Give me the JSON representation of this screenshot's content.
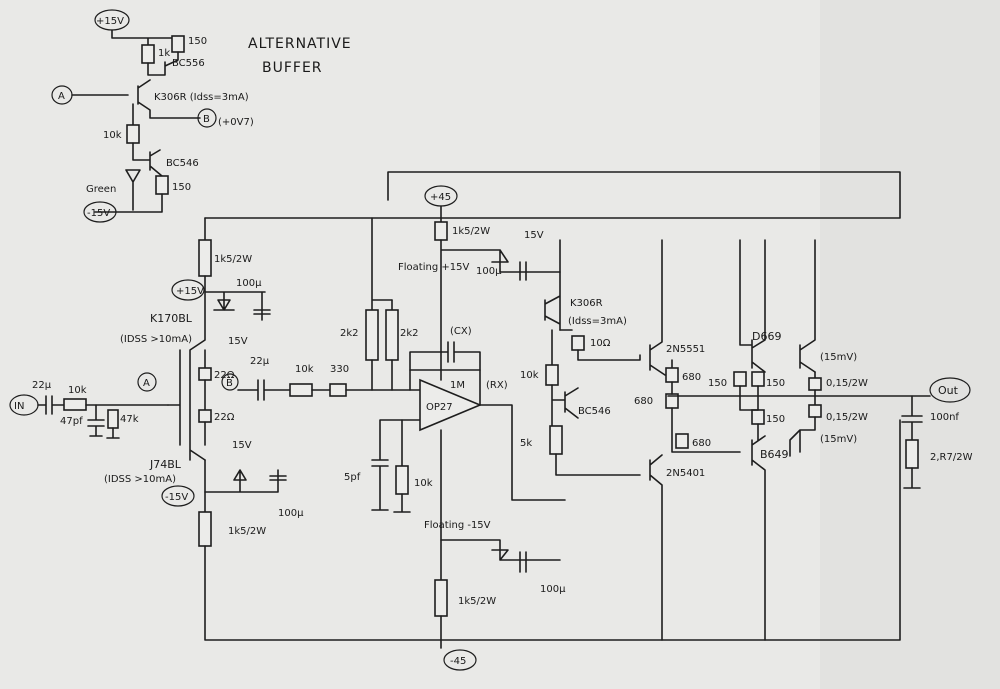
{
  "title_line1": "ALTERNATIVE",
  "title_line2": "BUFFER",
  "labels": {
    "buf_p15": "+15V",
    "buf_r1k": "1k",
    "buf_r150a": "150",
    "buf_bc556": "BC556",
    "buf_A": "A",
    "buf_k306": "K306R (Idss=3mA)",
    "buf_B": "B",
    "buf_plus07": "(+0V7)",
    "buf_r10k": "10k",
    "buf_bc546": "BC546",
    "buf_green": "Green",
    "buf_r150b": "150",
    "buf_m15": "-15V",
    "in": "IN",
    "in_cap": "22µ",
    "in_r10k": "10k",
    "in_c47p": "47pf",
    "in_r47k": "47k",
    "in_A": "A",
    "fe_r1k5": "1k5/2W",
    "fe_p15": "+15V",
    "fe_c100u": "100µ",
    "fe_z15": "15V",
    "k170": "K170BL",
    "k170_idss": "(IDSS >10mA)",
    "fe_r22a": "22Ω",
    "fe_B": "B",
    "fe_r22b": "22Ω",
    "j74": "J74BL",
    "j74_idss": "(IDSS >10mA)",
    "fe_z15b": "15V",
    "fe_m15": "-15V",
    "fe_c100ub": "100µ",
    "fe_r1k5b": "1k5/2W",
    "cpl_c22u": "22µ",
    "cpl_r10k": "10k",
    "cpl_r330": "330",
    "r2k2a": "2k2",
    "r2k2b": "2k2",
    "c5p": "5pf",
    "r10k_gnd": "10k",
    "p45": "+45",
    "r1k5_top": "1k5/2W",
    "z15_top": "15V",
    "fl_p15": "Floating +15V",
    "c100u_top": "100µ",
    "k306_out": "K306R",
    "k306_idss": "(Idss=3mA)",
    "r10ohm": "10Ω",
    "r10k_mid": "10k",
    "bc546_mid": "BC546",
    "r5k": "5k",
    "cx": "(CX)",
    "r1m": "1M",
    "rx": "(RX)",
    "op27": "OP27",
    "fl_m15": "Floating -15V",
    "c100u_bot": "100µ",
    "r1k5_bot": "1k5/2W",
    "m45": "-45",
    "q2n5551": "2N5551",
    "q2n5401": "2N5401",
    "d669": "D669",
    "b649": "B649",
    "r680a": "680",
    "r680b": "680",
    "r680c": "680",
    "r150c": "150",
    "r150d": "150",
    "r150e": "150",
    "re_top": "0,15/2W",
    "re_top_v": "(15mV)",
    "re_bot": "0,15/2W",
    "re_bot_v": "(15mV)",
    "out": "Out",
    "c100n": "100nf",
    "r2r7": "2,R7/2W"
  }
}
